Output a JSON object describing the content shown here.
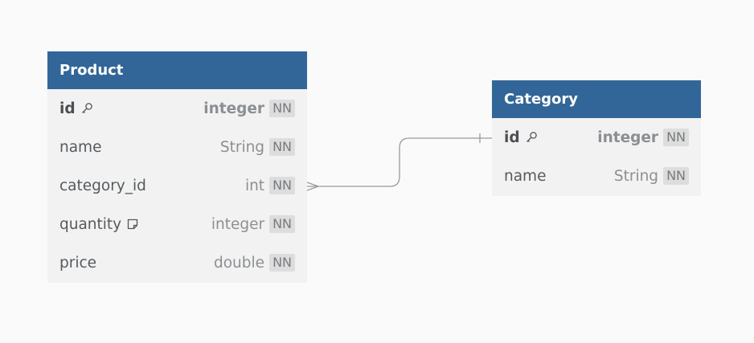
{
  "tables": {
    "product": {
      "title": "Product",
      "columns": [
        {
          "name": "id",
          "type": "integer",
          "constraint": "NN",
          "primary_key": true,
          "icon": "key-icon"
        },
        {
          "name": "name",
          "type": "String",
          "constraint": "NN"
        },
        {
          "name": "category_id",
          "type": "int",
          "constraint": "NN"
        },
        {
          "name": "quantity",
          "type": "integer",
          "constraint": "NN",
          "icon": "note-icon"
        },
        {
          "name": "price",
          "type": "double",
          "constraint": "NN"
        }
      ]
    },
    "category": {
      "title": "Category",
      "columns": [
        {
          "name": "id",
          "type": "integer",
          "constraint": "NN",
          "primary_key": true,
          "icon": "key-icon"
        },
        {
          "name": "name",
          "type": "String",
          "constraint": "NN"
        }
      ]
    }
  },
  "relationship": {
    "from": "Product.category_id",
    "to": "Category.id",
    "from_end": "many",
    "to_end": "one"
  },
  "colors": {
    "header": "#326698",
    "table_bg": "#f2f2f2",
    "canvas_bg": "#fafafa",
    "connector": "#9a9a9a"
  }
}
